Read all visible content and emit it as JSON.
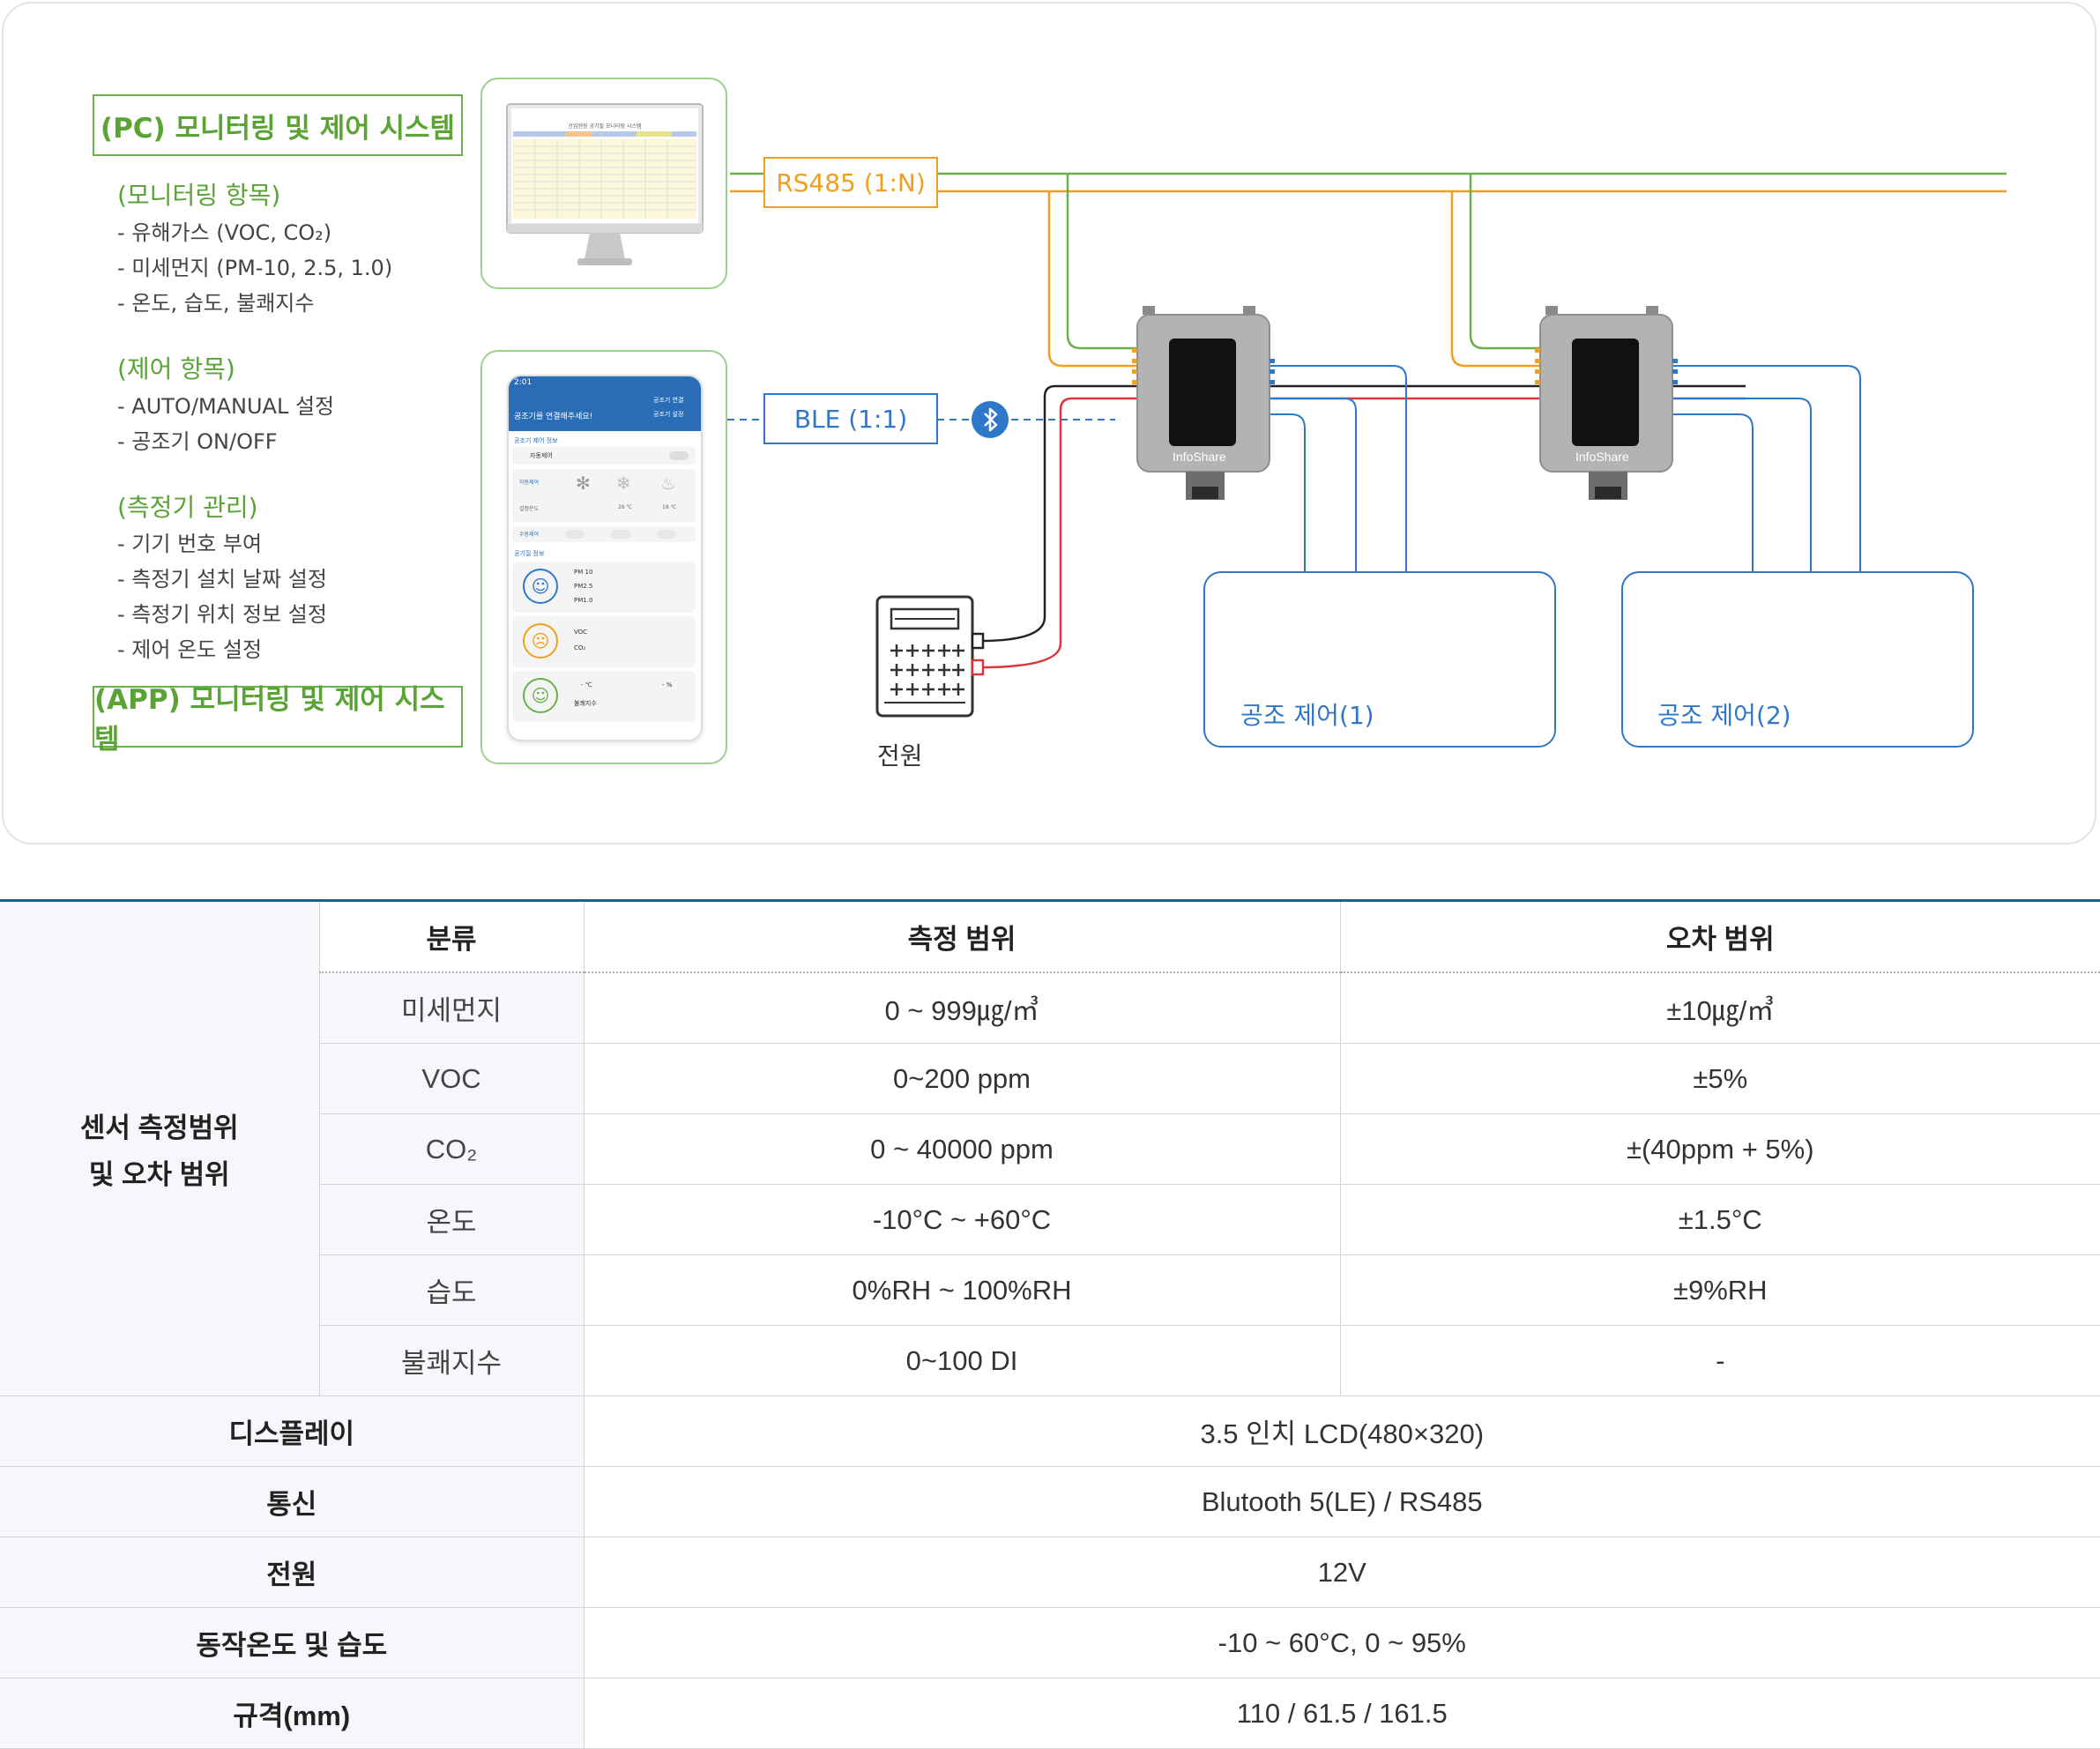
{
  "pc_system": {
    "title": "(PC) 모니터링 및 제어 시스템",
    "monitor_heading": "(모니터링 항목)",
    "monitor_items": [
      "- 유해가스 (VOC, CO₂)",
      "- 미세먼지 (PM-10, 2.5, 1.0)",
      "- 온도, 습도, 불쾌지수"
    ],
    "control_heading": "(제어 항목)",
    "control_items": [
      "- AUTO/MANUAL 설정",
      "- 공조기 ON/OFF"
    ],
    "manage_heading": "(측정기 관리)",
    "manage_items": [
      "- 기기 번호 부여",
      "- 측정기 설치 날짜 설정",
      "- 측정기 위치 정보 설정",
      "- 제어 온도 설정"
    ]
  },
  "app_system": {
    "title": "(APP) 모니터링 및 제어 시스템"
  },
  "links": {
    "rs485": "RS485 (1:N)",
    "ble": "BLE (1:1)"
  },
  "power": {
    "label": "전원"
  },
  "hvac": {
    "group1": "공조 제어(1)",
    "group2": "공조 제어(2)"
  },
  "device_brand": "InfoShare",
  "phone": {
    "time": "2:01",
    "banner": "공조기를 연결해주세요!",
    "connect": "공조기 연결",
    "settings": "공조기 설정",
    "section_control": "공조기 제어 정보",
    "auto_control": "자동제어",
    "auto_row": "자동제어",
    "set_temp": "설정온도",
    "temp_a": "26 ℃",
    "temp_b": "18 ℃",
    "manual_row": "수동제어",
    "section_air": "공기질 정보",
    "pm10": "PM 10",
    "pm25": "PM2.5",
    "pm1": "PM1.0",
    "voc": "VOC",
    "co2": "CO₂",
    "temp_val": "- ℃",
    "hum_val": "- %",
    "di": "불쾌지수"
  },
  "pc_screen": {
    "title": "산업현장 공기질 모니터링 시스템"
  },
  "colors": {
    "green": "#6ab04c",
    "orange": "#f0a020",
    "blue": "#2f78c9",
    "red": "#d9363e",
    "header_blue": "#1e5f91"
  },
  "table": {
    "header": {
      "category": "분류",
      "range": "측정 범위",
      "error": "오차 범위"
    },
    "sensor_group": [
      "센서 측정범위",
      "및 오차 범위"
    ],
    "sensor_rows": [
      {
        "name": "미세먼지",
        "range": "0 ~ 999㎍/㎥",
        "error": "±10㎍/㎥"
      },
      {
        "name": "VOC",
        "range": "0~200 ppm",
        "error": "±5%"
      },
      {
        "name": "CO₂",
        "range": "0 ~ 40000 ppm",
        "error": "±(40ppm + 5%)"
      },
      {
        "name": "온도",
        "range": "-10°C ~ +60°C",
        "error": "±1.5°C"
      },
      {
        "name": "습도",
        "range": "0%RH ~ 100%RH",
        "error": "±9%RH"
      },
      {
        "name": "불쾌지수",
        "range": "0~100 DI",
        "error": "-"
      }
    ],
    "spec_rows": [
      {
        "name": "디스플레이",
        "value": "3.5 인치 LCD(480×320)"
      },
      {
        "name": "통신",
        "value": "Blutooth 5(LE) / RS485"
      },
      {
        "name": "전원",
        "value": "12V"
      },
      {
        "name": "동작온도 및 습도",
        "value": "-10 ~ 60°C, 0 ~ 95%"
      },
      {
        "name": "규격(mm)",
        "value": "110 / 61.5 / 161.5"
      }
    ]
  }
}
